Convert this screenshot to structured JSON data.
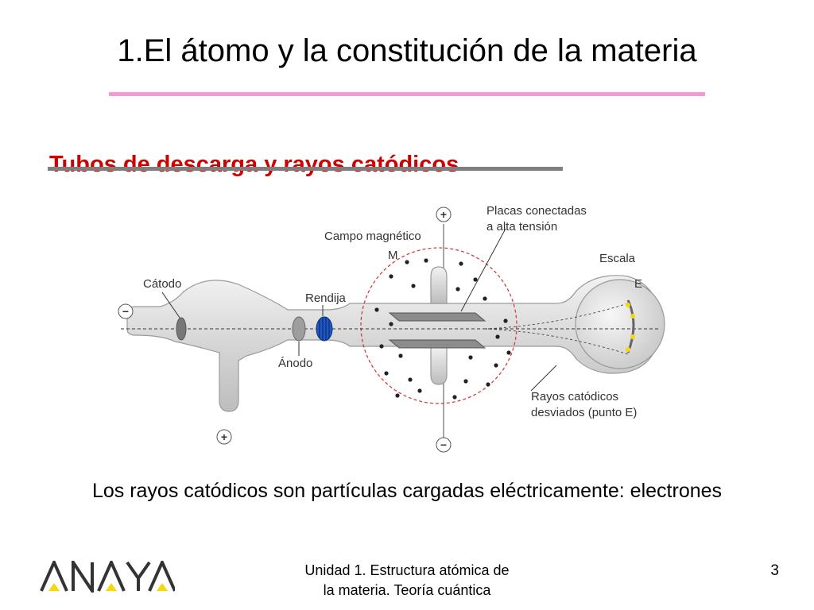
{
  "slide": {
    "title": "1.El átomo y la constitución de la materia",
    "subtitle": "Tubos de descarga y rayos catódicos",
    "statement": "Los rayos catódicos son partículas cargadas eléctricamente: electrones"
  },
  "diagram": {
    "labels": {
      "cathode": "Cátodo",
      "anode": "Ánodo",
      "slit": "Rendija",
      "magnetic_field_line1": "Campo magnético",
      "magnetic_field_line2": "M",
      "plates_line1": "Placas conectadas",
      "plates_line2": "a alta tensión",
      "scale_line1": "Escala",
      "scale_line2": "E",
      "rays_line1": "Rayos catódicos",
      "rays_line2": "desviados (punto E)"
    },
    "symbols": {
      "plus": "+",
      "minus": "−"
    }
  },
  "footer": {
    "logo_text": "ANAYA",
    "unit_line1": "Unidad 1. Estructura atómica de",
    "unit_line2": "la materia. Teoría cuántica",
    "page_number": "3"
  },
  "colors": {
    "title_rule": "#f29ad2",
    "subtitle": "#d00000",
    "logo_accent": "#f5d90a",
    "field_circle": "#d04040"
  }
}
